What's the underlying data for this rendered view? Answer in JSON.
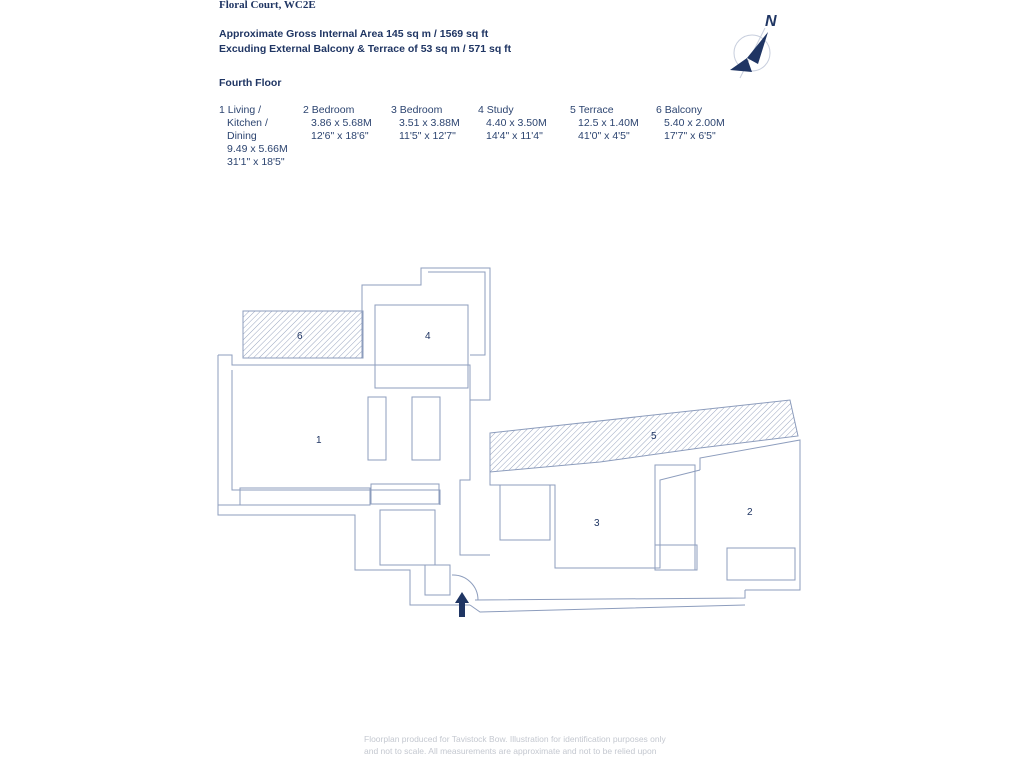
{
  "header": {
    "title": "Floral Court, WC2E",
    "area_line1": "Approximate Gross Internal Area 145 sq m / 1569 sq ft",
    "area_line2": "Excuding External Balcony & Terrace of 53 sq m / 571 sq ft",
    "floor": "Fourth Floor"
  },
  "rooms": [
    {
      "label": "1 Living /",
      "label2": "Kitchen /",
      "label3": "Dining",
      "metric": "9.49 x 5.66M",
      "imperial": "31'1\" x 18'5\"",
      "number": "1"
    },
    {
      "label": "2 Bedroom",
      "metric": "3.86 x 5.68M",
      "imperial": "12'6\" x 18'6\"",
      "number": "2"
    },
    {
      "label": "3 Bedroom",
      "metric": "3.51 x 3.88M",
      "imperial": "11'5\" x 12'7\"",
      "number": "3"
    },
    {
      "label": "4 Study",
      "metric": "4.40 x 3.50M",
      "imperial": "14'4\" x 11'4\"",
      "number": "4"
    },
    {
      "label": "5 Terrace",
      "metric": "12.5 x 1.40M",
      "imperial": "41'0\" x 4'5\"",
      "number": "5"
    },
    {
      "label": "6 Balcony",
      "metric": "5.40 x 2.00M",
      "imperial": "17'7\" x 6'5\"",
      "number": "6"
    }
  ],
  "compass": {
    "letter": "N",
    "icon": "north-compass-icon"
  },
  "entrance": {
    "icon": "entrance-arrow-icon"
  },
  "disclaimer": "Floorplan produced for Tavistock Bow. Illustration for identification purposes only and not to scale. All measurements are approximate and not to be relied upon",
  "colors": {
    "navy": "#1f3563",
    "wall": "#8d9dbd"
  }
}
